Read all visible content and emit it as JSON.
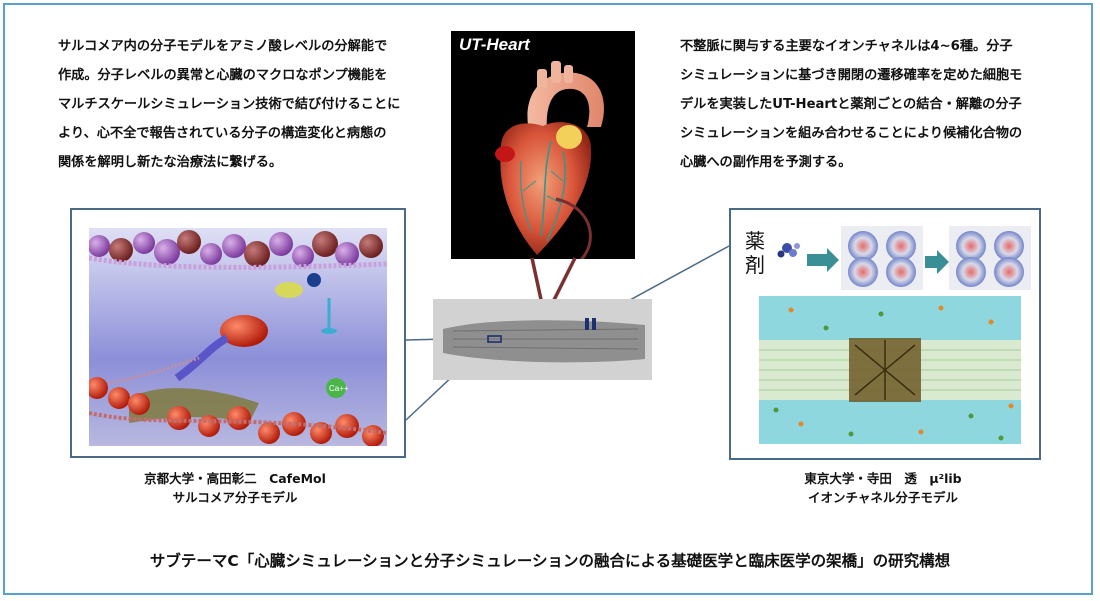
{
  "left_description": [
    "サルコメア内の分子モデルをアミノ酸レベルの分解能で",
    "作成。分子レベルの異常と心臓のマクロなポンプ機能を",
    "マルチスケールシミュレーション技術で結び付けることに",
    "より、心不全で報告されている分子の構造変化と病態の",
    "関係を解明し新たな治療法に繋げる。"
  ],
  "right_description": [
    "不整脈に関与する主要なイオンチャネルは4~6種。分子",
    "シミュレーションに基づき開閉の遷移確率を定めた細胞モ",
    "デルを実装したUT-Heartと薬剤ごとの結合・解離の分子",
    "シミュレーションを組み合わせることにより候補化合物の",
    "心臓への副作用を予測する。"
  ],
  "heart_panel": {
    "title": "UT-Heart"
  },
  "sarcomere_panel": {
    "ion_label": "Ca++"
  },
  "drug_panel": {
    "label_line1": "薬",
    "label_line2": "剤"
  },
  "left_caption": {
    "line1": "京都大学・高田彰二　CafeMol",
    "line2": "サルコメア分子モデル"
  },
  "right_caption": {
    "line1": "東京大学・寺田　透　μ²lib",
    "line2": "イオンチャネル分子モデル"
  },
  "footer": {
    "title": "サブテーマC「心臓シミュレーションと分子シミュレーションの融合による基礎医学と臨床医学の架橋」の研究構想"
  },
  "colors": {
    "frame_border": "#5aa0cf",
    "callout_border": "#4a6a85",
    "arrow_teal": "#3a8f97",
    "heart_arrow": "#7a3030"
  }
}
